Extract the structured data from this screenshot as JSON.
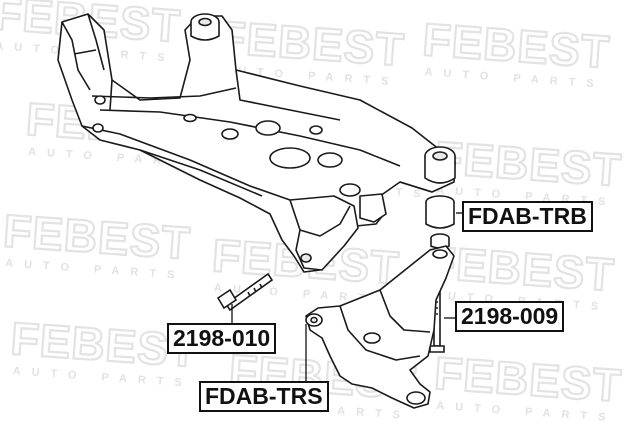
{
  "watermark": {
    "brand": "FEBEST",
    "subtitle": "AUTO PARTS"
  },
  "labels": {
    "fdab_trb": "FDAB-TRB",
    "p2198_009": "2198-009",
    "p2198_010": "2198-010",
    "fdab_trs": "FDAB-TRS"
  }
}
